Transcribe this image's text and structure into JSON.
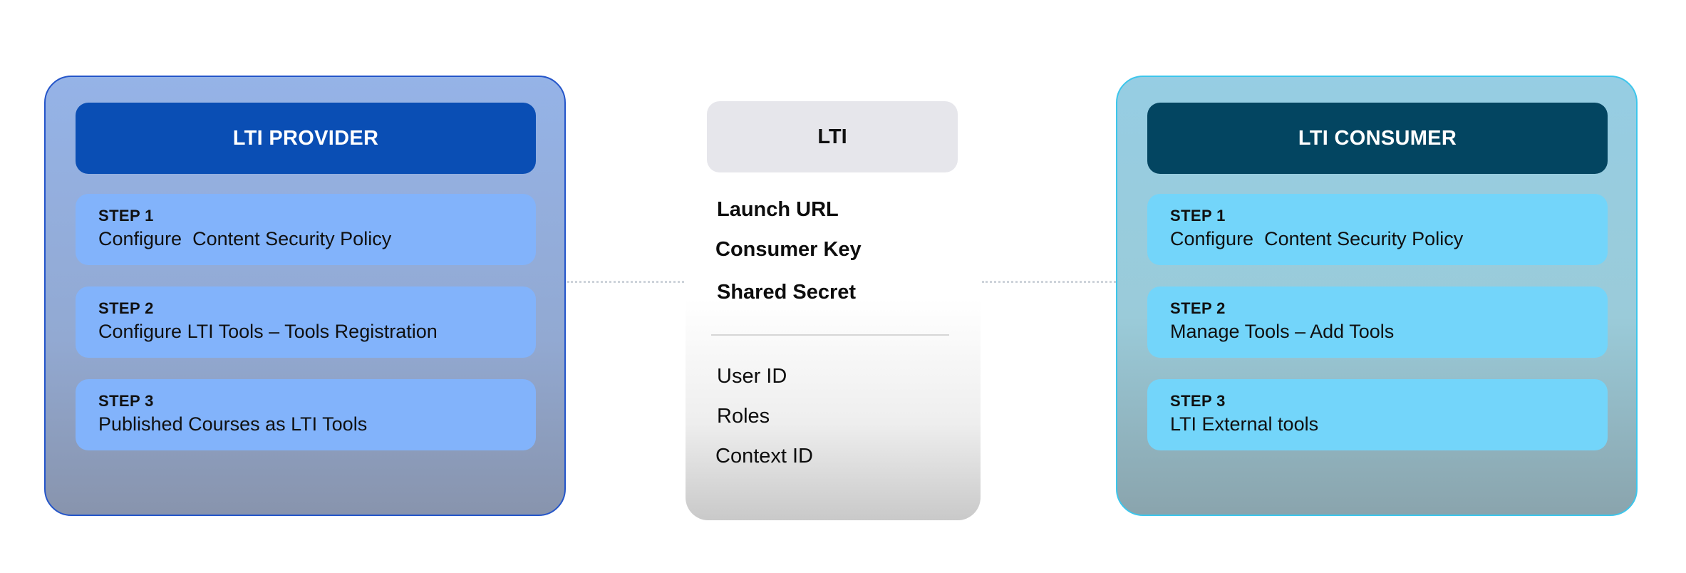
{
  "provider": {
    "title": "LTI PROVIDER",
    "steps": [
      {
        "label": "STEP 1",
        "text": "Configure  Content Security Policy"
      },
      {
        "label": "STEP 2",
        "text": "Configure LTI Tools – Tools Registration"
      },
      {
        "label": "STEP 3",
        "text": "Published Courses as LTI Tools"
      }
    ]
  },
  "lti": {
    "title": "LTI",
    "primary_params": [
      "Launch URL",
      "Consumer Key",
      "Shared Secret"
    ],
    "secondary_params": [
      "User ID",
      "Roles",
      "Context ID"
    ]
  },
  "consumer": {
    "title": "LTI CONSUMER",
    "steps": [
      {
        "label": "STEP 1",
        "text": "Configure  Content Security Policy"
      },
      {
        "label": "STEP 2",
        "text": "Manage Tools – Add Tools"
      },
      {
        "label": "STEP 3",
        "text": "LTI External tools"
      }
    ]
  },
  "colors": {
    "provider_header": "#0a4eb4",
    "provider_step": "#82b3fb",
    "consumer_header": "#034561",
    "consumer_step": "#73d5fa",
    "center_header": "#e6e6eb"
  }
}
